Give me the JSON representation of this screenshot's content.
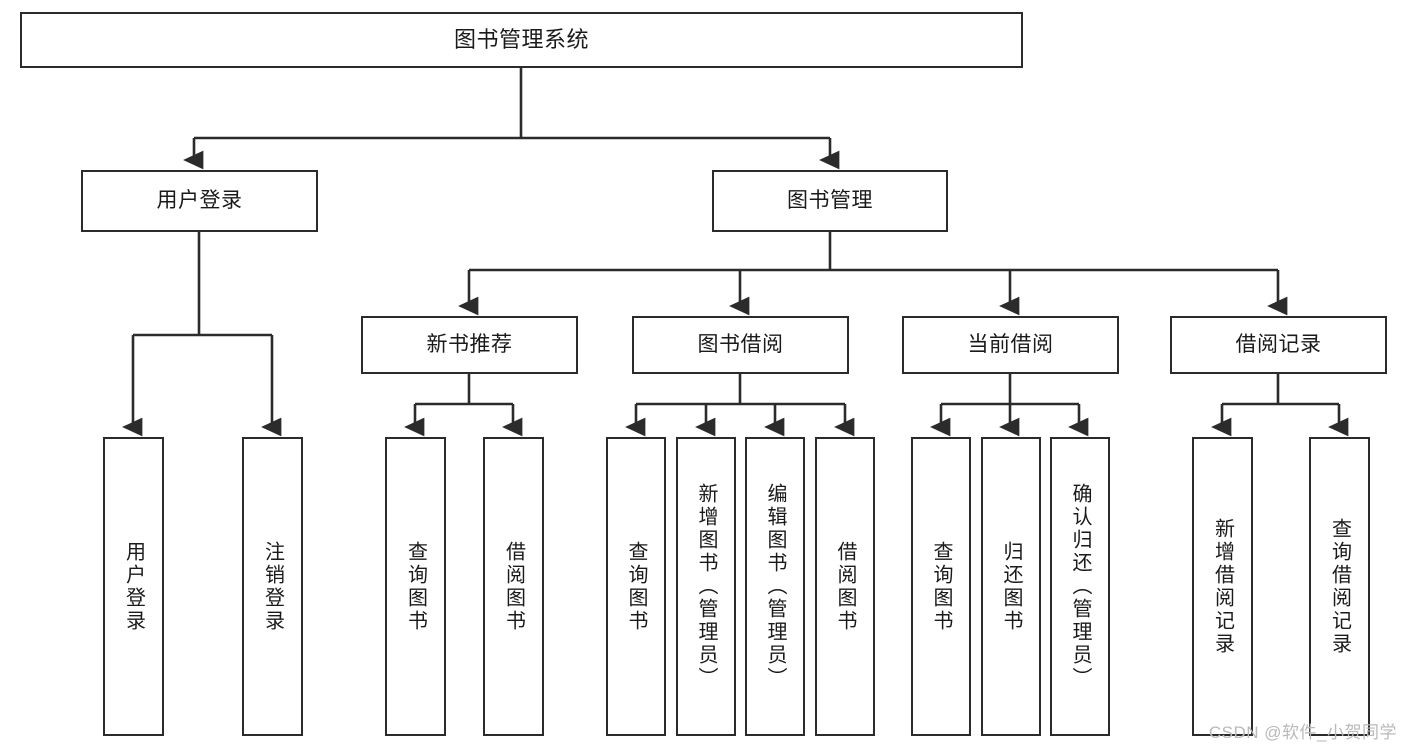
{
  "diagram": {
    "title": "图书管理系统",
    "watermark": "CSDN @软件_小贺同学",
    "colors": {
      "stroke": "#2b2b2b",
      "fill": "#ffffff",
      "text": "#1a1a1a",
      "watermark": "#b9b9b9"
    },
    "levels": {
      "root": {
        "label": "图书管理系统"
      },
      "level2": [
        {
          "key": "user-login",
          "label": "用户登录"
        },
        {
          "key": "book-management",
          "label": "图书管理"
        }
      ],
      "level3": [
        {
          "key": "new-book-recommend",
          "label": "新书推荐"
        },
        {
          "key": "book-borrow",
          "label": "图书借阅"
        },
        {
          "key": "current-borrow",
          "label": "当前借阅"
        },
        {
          "key": "borrow-record",
          "label": "借阅记录"
        }
      ],
      "leaves": {
        "user-login": [
          {
            "key": "login",
            "label": "用户登录"
          },
          {
            "key": "logout",
            "label": "注销登录"
          }
        ],
        "new-book-recommend": [
          {
            "key": "query-book",
            "label": "查询图书"
          },
          {
            "key": "borrow-book",
            "label": "借阅图书"
          }
        ],
        "book-borrow": [
          {
            "key": "query-book",
            "label": "查询图书"
          },
          {
            "key": "add-book-admin",
            "label": "新增图书（管理员）"
          },
          {
            "key": "edit-book-admin",
            "label": "编辑图书（管理员）"
          },
          {
            "key": "borrow-book",
            "label": "借阅图书"
          }
        ],
        "current-borrow": [
          {
            "key": "query-book",
            "label": "查询图书"
          },
          {
            "key": "return-book",
            "label": "归还图书"
          },
          {
            "key": "confirm-return-admin",
            "label": "确认归还（管理员）"
          }
        ],
        "borrow-record": [
          {
            "key": "add-borrow-record",
            "label": "新增借阅记录"
          },
          {
            "key": "query-borrow-record",
            "label": "查询借阅记录"
          }
        ]
      }
    }
  }
}
